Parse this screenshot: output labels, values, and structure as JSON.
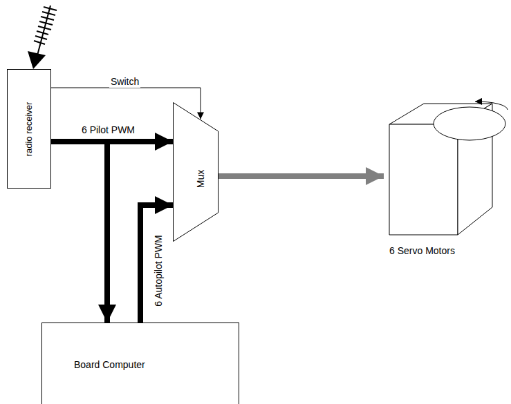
{
  "diagram": {
    "nodes": [
      {
        "text": [
          "radio receiver"
        ]
      },
      {
        "text": [
          "Mux"
        ]
      },
      {
        "text": [
          "6 Servo Motors"
        ]
      },
      {
        "text": [
          "Board Computer"
        ]
      }
    ],
    "edges": [
      {
        "from": 0,
        "to": 1,
        "arrow": "to",
        "label": "Switch"
      },
      {
        "from": 0,
        "to": 1,
        "arrow": "to",
        "label": "6 Pilot PWM"
      },
      {
        "from": 0,
        "to": 3,
        "arrow": "to"
      },
      {
        "from": 3,
        "to": 1,
        "arrow": "to",
        "label": "6 Autopilot PWM"
      },
      {
        "from": 1,
        "to": 2,
        "arrow": "to"
      }
    ]
  }
}
